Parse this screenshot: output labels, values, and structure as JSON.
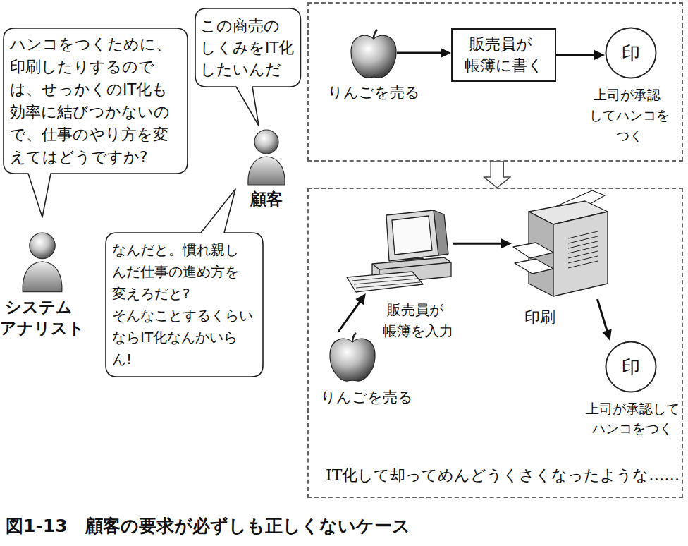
{
  "diagram": {
    "caption": "図1-13　顧客の要求が必ずしも正しくないケース",
    "nodes": [
      {
        "text": [
          "ハンコをつくために、印刷したりするのでは、せっかくのIT化も効率に結びつかないので、仕事のやり方を変えてはどうですか?"
        ]
      },
      {
        "text": [
          "この商売のしくみをIT化したいんだ"
        ]
      },
      {
        "text": [
          "顧客"
        ]
      },
      {
        "text": [
          "なんだと。慣れ親しんだ仕事の進め方を変えろだと?",
          "そんなことするくらいならIT化なんかいらん!"
        ]
      },
      {
        "text": [
          "システムアナリスト"
        ]
      },
      {
        "text": []
      },
      {
        "text": [
          "りんごを売る"
        ],
        "in": 5
      },
      {
        "text": [
          "販売員が帳簿に書く"
        ],
        "in": 5
      },
      {
        "text": [
          "印",
          "上司が承認してハンコをつく"
        ],
        "in": 5
      },
      {
        "text": [
          "IT化して却ってめんどうくさくなったような……"
        ]
      },
      {
        "text": [
          "販売員が帳簿を入力"
        ],
        "in": 9
      },
      {
        "text": [
          "りんごを売る"
        ],
        "in": 9
      },
      {
        "text": [
          "印刷"
        ],
        "in": 9
      },
      {
        "text": [
          "印",
          "上司が承認してハンコをつく"
        ],
        "in": 9
      }
    ],
    "edges": [
      {
        "from": 6,
        "to": 7,
        "arrow": "to"
      },
      {
        "from": 7,
        "to": 8,
        "arrow": "to"
      },
      {
        "from": 5,
        "to": 9,
        "arrow": "to"
      },
      {
        "from": 11,
        "to": 10,
        "arrow": "to"
      },
      {
        "from": 10,
        "to": 12,
        "arrow": "to"
      },
      {
        "from": 12,
        "to": 13,
        "arrow": "to"
      }
    ]
  }
}
